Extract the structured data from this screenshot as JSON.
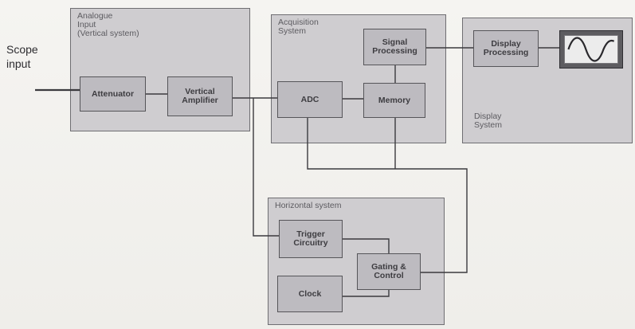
{
  "scope_input": "Scope\ninput",
  "panels": {
    "analogue": "Analogue\nInput\n(Vertical system)",
    "acquisition": "Acquisition\nSystem",
    "display": "Display\nSystem",
    "horizontal": "Horizontal system"
  },
  "blocks": {
    "attenuator": "Attenuator",
    "vertical_amplifier": "Vertical\nAmplifier",
    "adc": "ADC",
    "memory": "Memory",
    "signal_processing": "Signal\nProcessing",
    "display_processing": "Display\nProcessing",
    "trigger_circuitry": "Trigger\nCircuitry",
    "gating_control": "Gating &\nControl",
    "clock": "Clock"
  },
  "icons": {
    "screen": "sine-wave-screen-icon"
  }
}
